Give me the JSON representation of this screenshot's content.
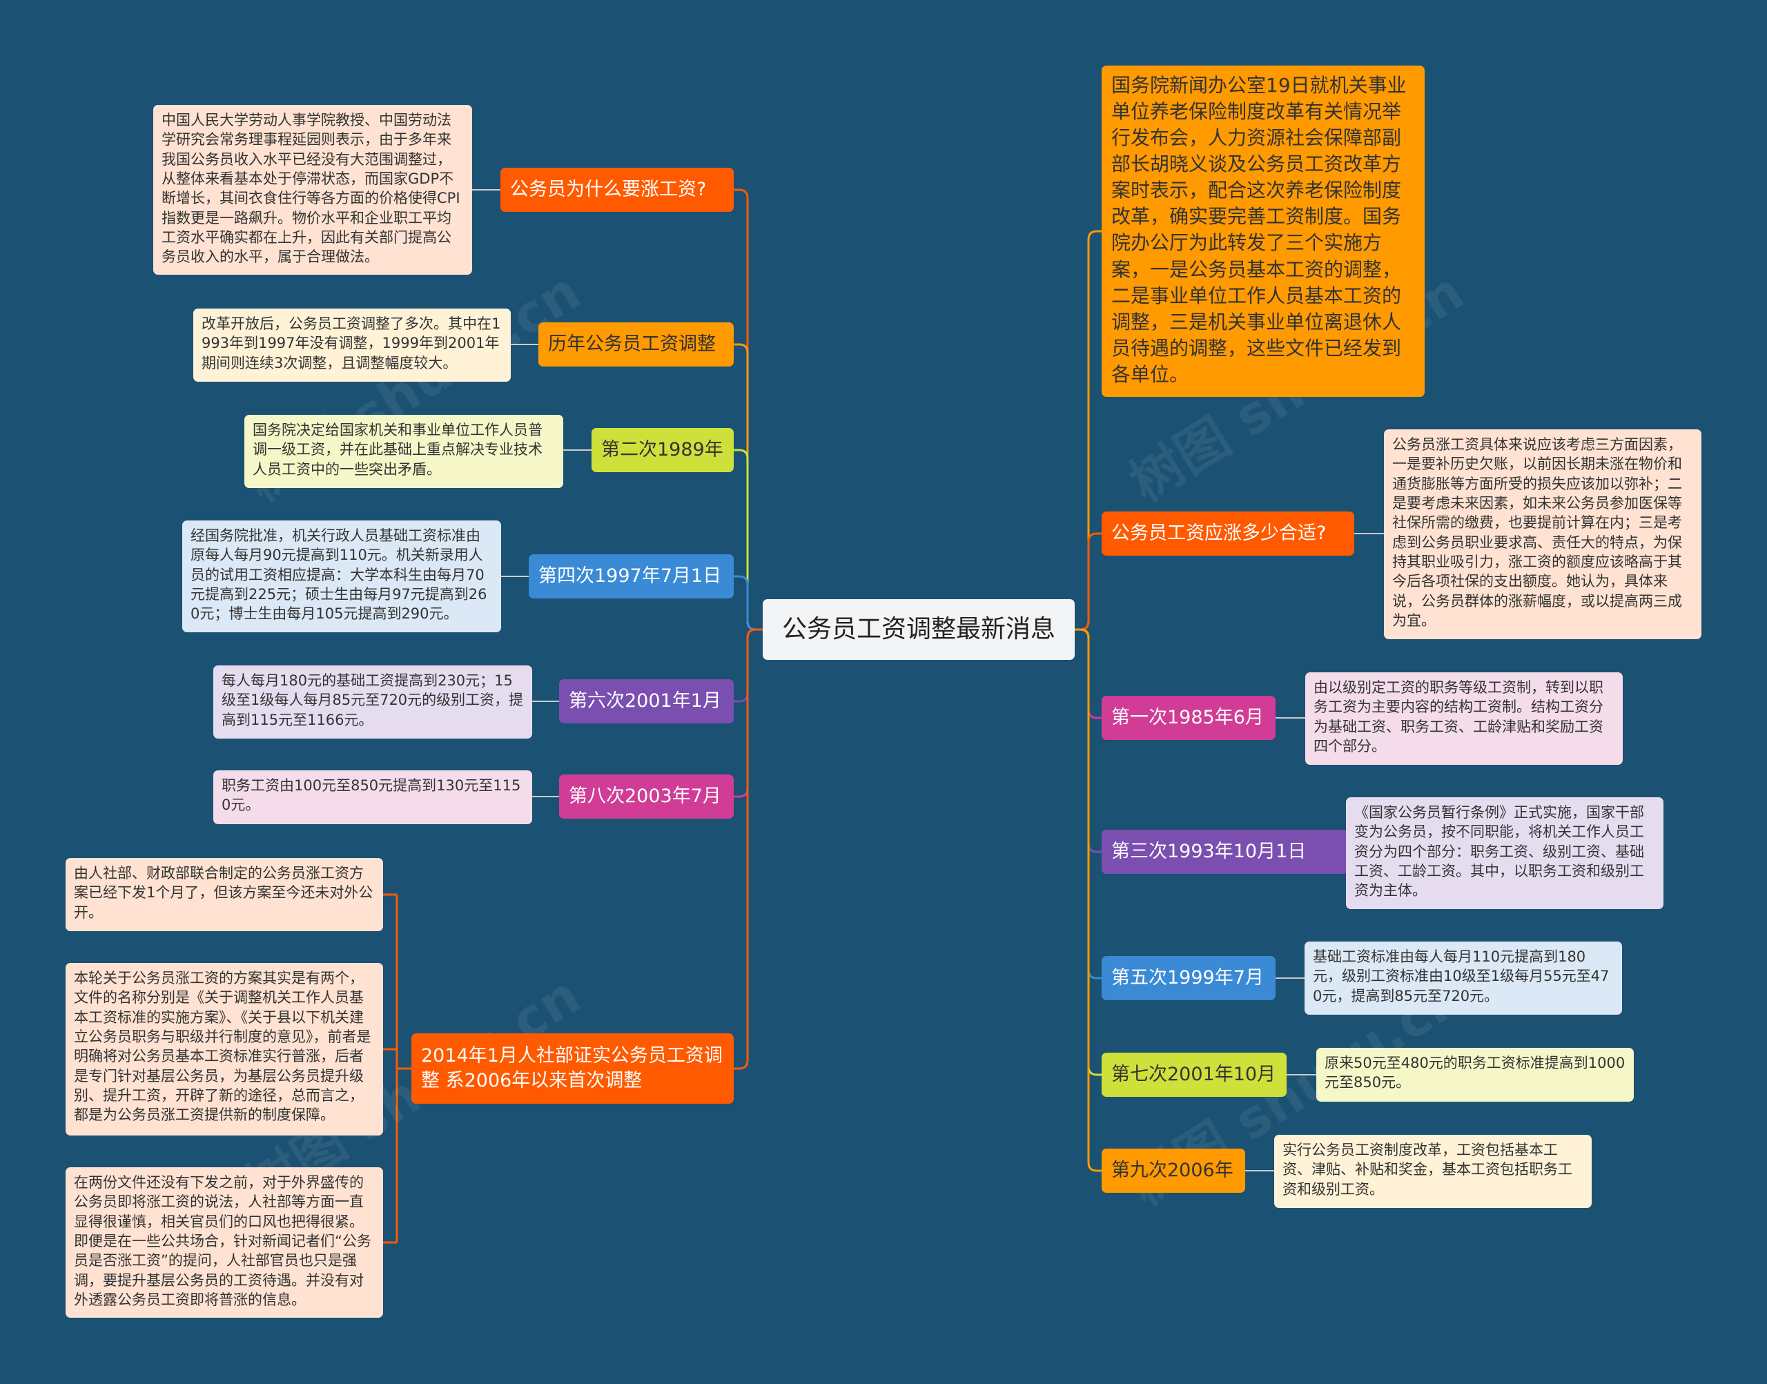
{
  "title": "公务员工资调整最新消息",
  "watermark": "树图 shutu.cn",
  "colors": {
    "background": "#1b5173",
    "orange_red": "#ff5a00",
    "orange": "#ff9a00",
    "lime": "#cfe03a",
    "blue": "#3a8ad6",
    "purple": "#7a4fb0",
    "magenta": "#d03c96"
  },
  "left": [
    {
      "label": "公务员为什么要涨工资?",
      "note": "中国人民大学劳动人事学院教授、中国劳动法学研究会常务理事程延园则表示，由于多年来我国公务员收入水平已经没有大范围调整过，从整体来看基本处于停滞状态，而国家GDP不断增长，其间衣食住行等各方面的价格使得CPI指数更是一路飙升。物价水平和企业职工平均工资水平确实都在上升，因此有关部门提高公务员收入的水平，属于合理做法。"
    },
    {
      "label": "历年公务员工资调整",
      "note": "改革开放后，公务员工资调整了多次。其中在1993年到1997年没有调整，1999年到2001年期间则连续3次调整，且调整幅度较大。"
    },
    {
      "label": "第二次1989年",
      "note": "国务院决定给国家机关和事业单位工作人员普调一级工资，并在此基础上重点解决专业技术人员工资中的一些突出矛盾。"
    },
    {
      "label": "第四次1997年7月1日",
      "note": "经国务院批准，机关行政人员基础工资标准由原每人每月90元提高到110元。机关新录用人员的试用工资相应提高：大学本科生由每月70元提高到225元；硕士生由每月97元提高到260元；博士生由每月105元提高到290元。"
    },
    {
      "label": "第六次2001年1月",
      "note": "每人每月180元的基础工资提高到230元；15级至1级每人每月85元至720元的级别工资，提高到115元至1166元。"
    },
    {
      "label": "第八次2003年7月",
      "note": "职务工资由100元至850元提高到130元至1150元。"
    },
    {
      "label": "2014年1月人社部证实公务员工资调整 系2006年以来首次调整",
      "notes": [
        "由人社部、财政部联合制定的公务员涨工资方案已经下发1个月了，但该方案至今还未对外公开。",
        "本轮关于公务员涨工资的方案其实是有两个，文件的名称分别是《关于调整机关工作人员基本工资标准的实施方案》、《关于县以下机关建立公务员职务与职级并行制度的意见》，前者是明确将对公务员基本工资标准实行普涨，后者是专门针对基层公务员，为基层公务员提升级别、提升工资，开辟了新的途径，总而言之，都是为公务员涨工资提供新的制度保障。",
        "在两份文件还没有下发之前，对于外界盛传的公务员即将涨工资的说法，人社部等方面一直显得很谨慎，相关官员们的口风也把得很紧。即便是在一些公共场合，针对新闻记者们“公务员是否涨工资”的提问，人社部官员也只是强调，要提升基层公务员的工资待遇。并没有对外透露公务员工资即将普涨的信息。"
      ]
    }
  ],
  "right": [
    {
      "text": "国务院新闻办公室19日就机关事业单位养老保险制度改革有关情况举行发布会，人力资源社会保障部副部长胡晓义谈及公务员工资改革方案时表示，配合这次养老保险制度改革，确实要完善工资制度。国务院办公厅为此转发了三个实施方案，一是公务员基本工资的调整，二是事业单位工作人员基本工资的调整，三是机关事业单位离退休人员待遇的调整，这些文件已经发到各单位。"
    },
    {
      "label": "公务员工资应涨多少合适?",
      "note": "公务员涨工资具体来说应该考虑三方面因素，一是要补历史欠账，以前因长期未涨在物价和通货膨胀等方面所受的损失应该加以弥补；二是要考虑未来因素，如未来公务员参加医保等社保所需的缴费，也要提前计算在内；三是考虑到公务员职业要求高、责任大的特点，为保持其职业吸引力，涨工资的额度应该略高于其今后各项社保的支出额度。她认为，具体来说，公务员群体的涨薪幅度，或以提高两三成为宜。"
    },
    {
      "label": "第一次1985年6月",
      "note": "由以级别定工资的职务等级工资制，转到以职务工资为主要内容的结构工资制。结构工资分为基础工资、职务工资、工龄津贴和奖励工资四个部分。"
    },
    {
      "label": "第三次1993年10月1日",
      "note": "《国家公务员暂行条例》正式实施，国家干部变为公务员，按不同职能，将机关工作人员工资分为四个部分：职务工资、级别工资、基础工资、工龄工资。其中，以职务工资和级别工资为主体。"
    },
    {
      "label": "第五次1999年7月",
      "note": "基础工资标准由每人每月110元提高到180元，级别工资标准由10级至1级每月55元至470元，提高到85元至720元。"
    },
    {
      "label": "第七次2001年10月",
      "note": "原来50元至480元的职务工资标准提高到1000元至850元。"
    },
    {
      "label": "第九次2006年",
      "note": "实行公务员工资制度改革，工资包括基本工资、津贴、补贴和奖金，基本工资包括职务工资和级别工资。"
    }
  ]
}
